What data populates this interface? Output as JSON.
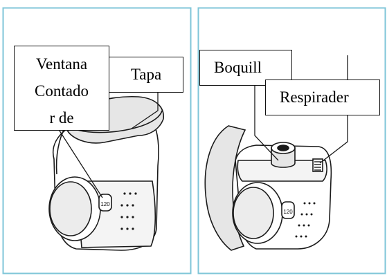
{
  "left_panel": {
    "labels": {
      "ventana_line1": "Ventana",
      "ventana_line2": "Contado",
      "ventana_line3": "r de",
      "tapa": "Tapa"
    },
    "counter_display": "120"
  },
  "right_panel": {
    "labels": {
      "boquilla": "Boquill",
      "respirador": "Respirader"
    },
    "counter_display": "120"
  },
  "colors": {
    "panel_border": "#7fc6d8",
    "line": "#1a1a1a",
    "shade": "#d9d9d9",
    "highlight": "#f4f4f4"
  }
}
